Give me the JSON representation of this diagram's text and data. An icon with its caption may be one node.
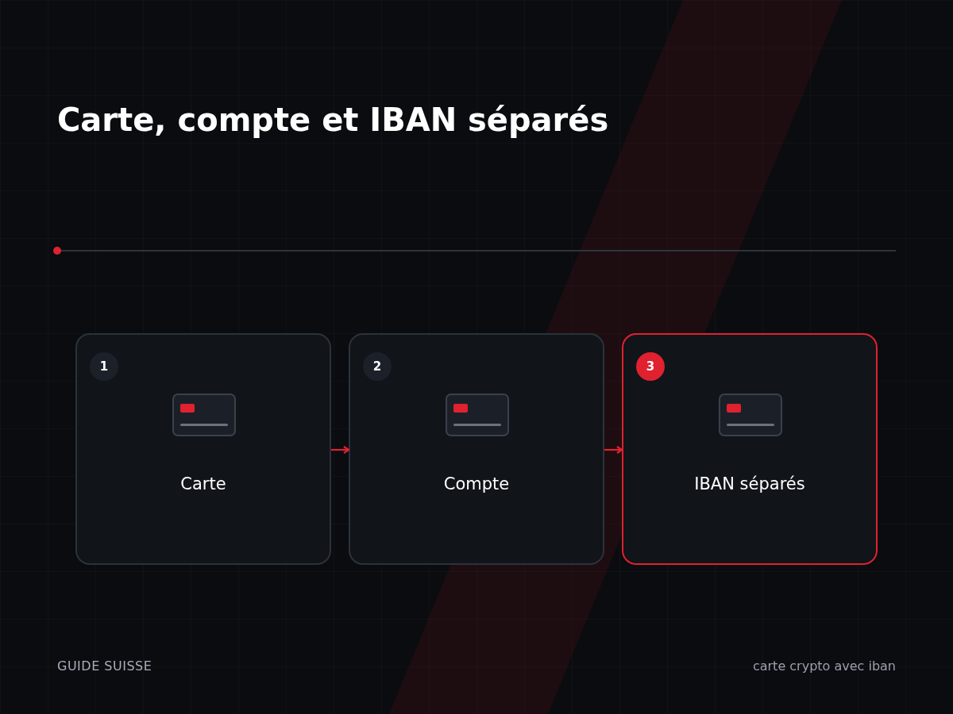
{
  "diagram": {
    "title": "Carte, compte et IBAN séparés",
    "nodes": [
      {
        "text": [
          "1",
          "Carte"
        ]
      },
      {
        "text": [
          "2",
          "Compte"
        ]
      },
      {
        "text": [
          "3",
          "IBAN séparés"
        ]
      }
    ],
    "edges": [
      {
        "from": 0,
        "to": 1,
        "arrow": "to"
      },
      {
        "from": 1,
        "to": 2,
        "arrow": "to"
      }
    ],
    "labels": [
      "GUIDE SUISSE",
      "carte crypto avec iban"
    ]
  }
}
